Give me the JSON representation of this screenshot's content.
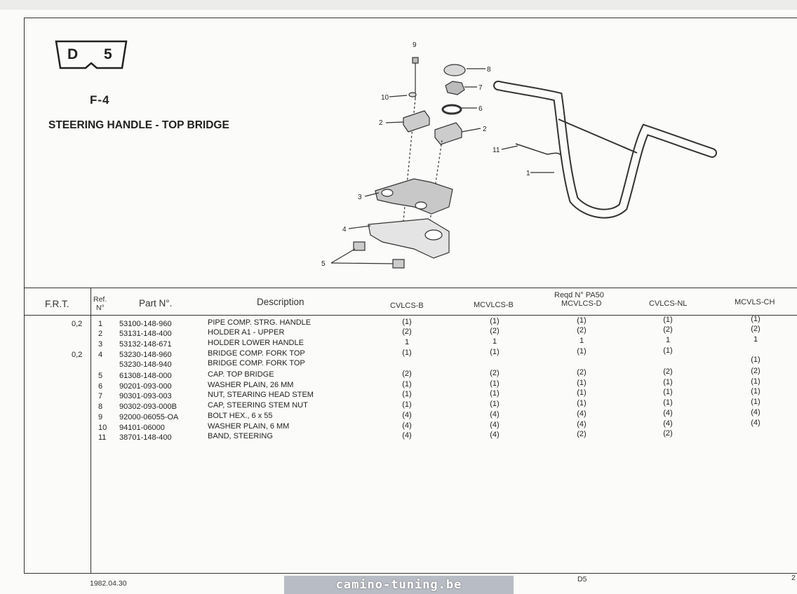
{
  "badge": {
    "letter": "D",
    "number": "5"
  },
  "fig_code": "F-4",
  "title": "STEERING HANDLE - TOP BRIDGE",
  "callouts": [
    "9",
    "8",
    "10",
    "7",
    "6",
    "2",
    "2",
    "11",
    "1",
    "3",
    "4",
    "5"
  ],
  "table": {
    "headers": {
      "frt": "F.R.T.",
      "ref_line1": "Ref.",
      "ref_line2": "N°",
      "part_no": "Part N°.",
      "description": "Description",
      "reqd": "Reqd N° PA50",
      "col_cvlcs_b": "CVLCS-B",
      "col_mcvlcs_b": "MCVLCS-B",
      "col_mcvlcs_d": "MCVLCS-D",
      "col_cvlcs_nl": "CVLCS-NL",
      "col_mcvls_ch": "MCVLS-CH"
    },
    "rows": [
      {
        "frt": "0,2",
        "ref": "1",
        "part": "53100-148-960",
        "desc": "PIPE COMP. STRG. HANDLE",
        "q": [
          "(1)",
          "(1)",
          "(1)",
          "(1)",
          "(1)"
        ]
      },
      {
        "frt": "",
        "ref": "2",
        "part": "53131-148-400",
        "desc": "HOLDER A1 - UPPER",
        "q": [
          "(2)",
          "(2)",
          "(2)",
          "(2)",
          "(2)"
        ]
      },
      {
        "frt": "",
        "ref": "3",
        "part": "53132-148-671",
        "desc": "HOLDER LOWER HANDLE",
        "q": [
          "1",
          "1",
          "1",
          "1",
          "1"
        ]
      },
      {
        "frt": "0,2",
        "ref": "4",
        "part": "53230-148-960",
        "desc": "BRIDGE COMP. FORK TOP",
        "q": [
          "(1)",
          "(1)",
          "(1)",
          "(1)",
          ""
        ]
      },
      {
        "frt": "",
        "ref": "",
        "part": "53230-148-940",
        "desc": "BRIDGE COMP. FORK TOP",
        "q": [
          "",
          "",
          "",
          "",
          "(1)"
        ]
      },
      {
        "frt": "",
        "ref": "5",
        "part": "61308-148-000",
        "desc": "CAP. TOP BRIDGE",
        "q": [
          "(2)",
          "(2)",
          "(2)",
          "(2)",
          "(2)"
        ]
      },
      {
        "frt": "",
        "ref": "6",
        "part": "90201-093-000",
        "desc": "WASHER PLAIN, 26 MM",
        "q": [
          "(1)",
          "(1)",
          "(1)",
          "(1)",
          "(1)"
        ]
      },
      {
        "frt": "",
        "ref": "7",
        "part": "90301-093-003",
        "desc": "NUT, STEARING HEAD STEM",
        "q": [
          "(1)",
          "(1)",
          "(1)",
          "(1)",
          "(1)"
        ]
      },
      {
        "frt": "",
        "ref": "8",
        "part": "90302-093-000B",
        "desc": "CAP, STEERING STEM NUT",
        "q": [
          "(1)",
          "(1)",
          "(1)",
          "(1)",
          "(1)"
        ]
      },
      {
        "frt": "",
        "ref": "9",
        "part": "92000-06055-OA",
        "desc": "BOLT HEX., 6 x 55",
        "q": [
          "(4)",
          "(4)",
          "(4)",
          "(4)",
          "(4)"
        ]
      },
      {
        "frt": "",
        "ref": "10",
        "part": "94101-06000",
        "desc": "WASHER PLAIN, 6 MM",
        "q": [
          "(4)",
          "(4)",
          "(4)",
          "(4)",
          "(4)"
        ]
      },
      {
        "frt": "",
        "ref": "11",
        "part": "38701-148-400",
        "desc": "BAND, STEERING",
        "q": [
          "(4)",
          "(4)",
          "(2)",
          "(2)",
          ""
        ]
      }
    ]
  },
  "footer": {
    "date": "1982.04.30",
    "page_ref": "D5",
    "page_num": "2",
    "watermark": "camino-tuning.be"
  }
}
